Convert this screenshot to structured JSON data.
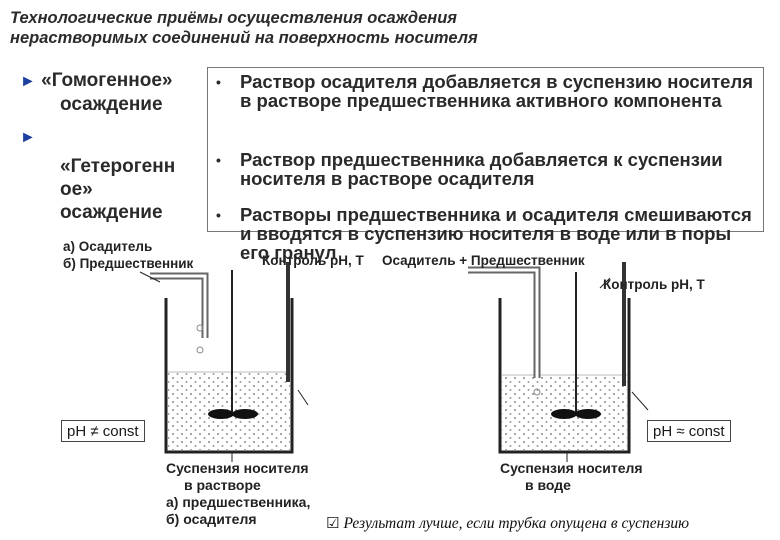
{
  "title": {
    "line1": "Технологические приёмы осуществления осаждения",
    "line2": "нерастворимых соединений на поверхность носителя"
  },
  "left_bullets": {
    "marker": "►",
    "homogeneous_line1": "«Гомогенное»",
    "homogeneous_line2": "осаждение",
    "heterogeneous_line1": "«Гетерогенн",
    "heterogeneous_line2": "ое»",
    "heterogeneous_line3": "осаждение"
  },
  "box_items": {
    "bullet": "•",
    "item1": "Раствор осадителя добавляется в суспензию носителя в растворе предшественника активного компонента",
    "item2": "Раствор предшественника добавляется к суспензии носителя в растворе осадителя",
    "item3": "Растворы предшественника и осадителя смешиваются и вводятся в суспензию носителя в воде или в поры его гранул"
  },
  "diagram_left": {
    "label_a": "а) Осадитель",
    "label_b": "б) Предшественник",
    "control": "Контроль pH, T",
    "ph": "pH ≠ const",
    "caption_line1": "Суспензия носителя",
    "caption_line2": "в растворе",
    "caption_line3": "а) предшественника,",
    "caption_line4": "б) осадителя"
  },
  "diagram_right": {
    "label_top": "Осадитель + Предшественник",
    "control": "Контроль pH, T",
    "ph": "pH ≈ const",
    "caption_line1": "Суспензия носителя",
    "caption_line2": "в воде"
  },
  "result": {
    "check": "☑",
    "text": "Результат лучше, если трубка опущена в суспензию"
  },
  "colors": {
    "marker": "#1f3f9f",
    "liquid_dots": "#8a8a8a"
  }
}
